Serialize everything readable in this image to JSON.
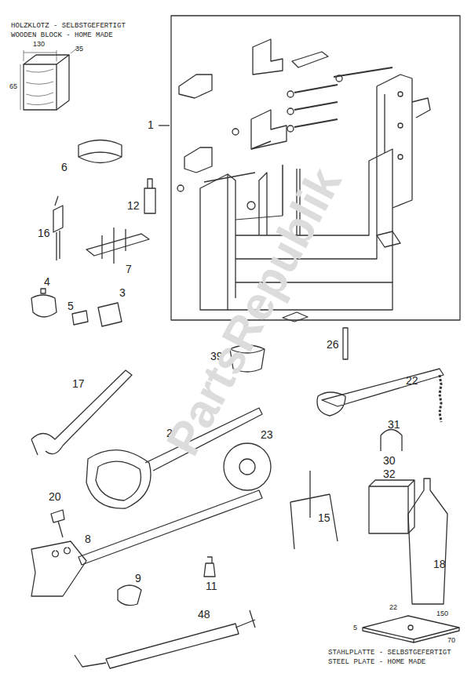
{
  "diagram": {
    "labels": [
      "HOLZKLOTZ - SELBSTGEFERTIGT",
      "WOODEN BLOCK - HOME MADE",
      "130",
      "35",
      "65",
      "1",
      "6",
      "12",
      "16",
      "7",
      "4",
      "5",
      "3",
      "39",
      "26",
      "22",
      "17",
      "2",
      "23",
      "31",
      "30",
      "32",
      "15",
      "20",
      "8",
      "9",
      "11",
      "18",
      "48",
      "5",
      "22",
      "150",
      "70",
      "STAHLPLATTE - SELBSTGEFERTIGT",
      "STEEL PLATE - HOME MADE",
      "PartsRepublik"
    ]
  }
}
